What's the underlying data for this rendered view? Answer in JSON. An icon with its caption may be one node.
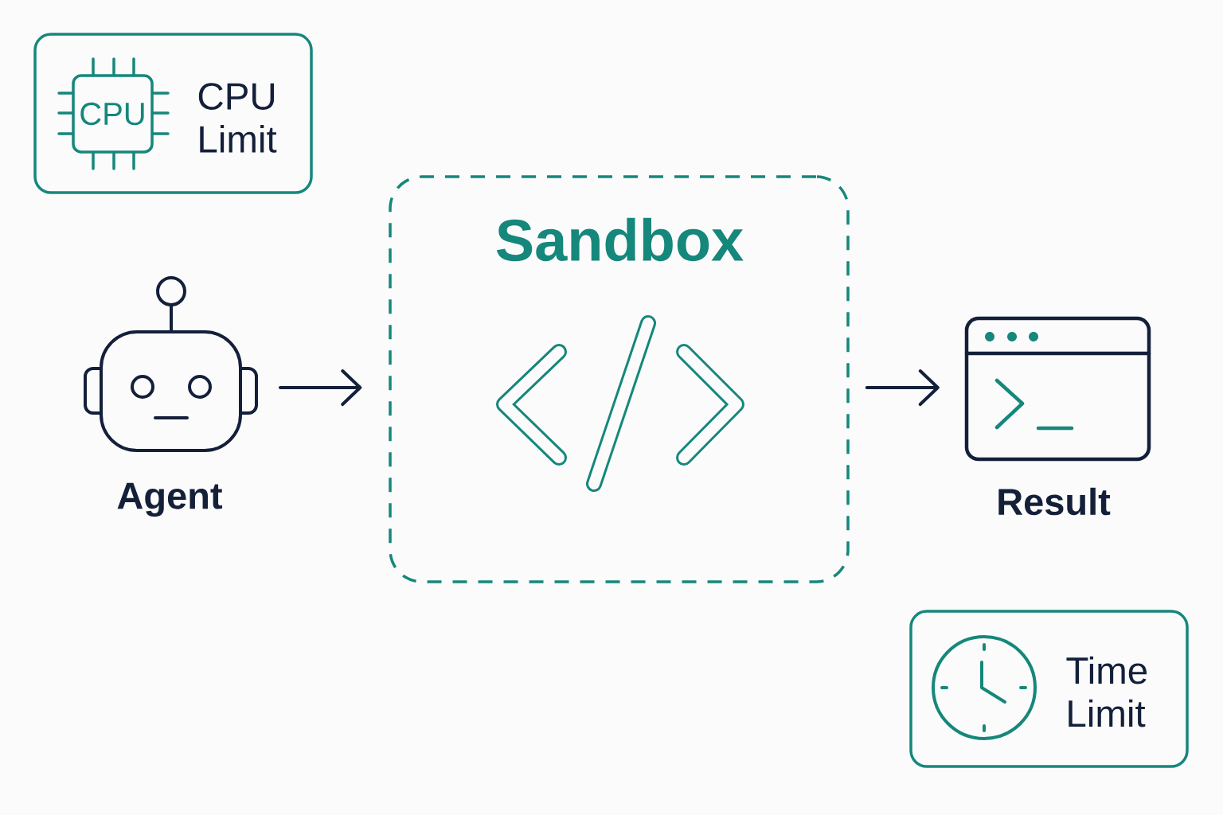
{
  "diagram": {
    "nodes": [
      {
        "text": [
          "CPU Limit"
        ]
      },
      {
        "text": [
          "CPU"
        ],
        "in": 0
      },
      {
        "text": [
          "Agent"
        ]
      },
      {
        "text": [
          "Sandbox"
        ]
      },
      {
        "text": [
          "Result"
        ]
      },
      {
        "text": [
          "Time Limit"
        ]
      }
    ],
    "edges": [
      {
        "from": 2,
        "to": 3,
        "arrow": "to"
      },
      {
        "from": 3,
        "to": 4,
        "arrow": "to"
      }
    ]
  }
}
